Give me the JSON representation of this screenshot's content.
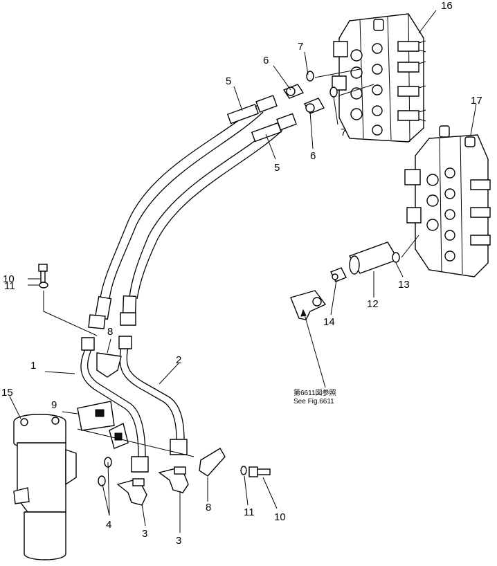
{
  "callouts": {
    "c1": "1",
    "c2": "2",
    "c3a": "3",
    "c3b": "3",
    "c4": "4",
    "c5a": "5",
    "c5b": "5",
    "c6a": "6",
    "c6b": "6",
    "c7a": "7",
    "c7b": "7",
    "c8a": "8",
    "c8b": "8",
    "c9": "9",
    "c10a": "10",
    "c10b": "10",
    "c11a": "11",
    "c11b": "11",
    "c12": "12",
    "c13": "13",
    "c14": "14",
    "c15": "15",
    "c16": "16",
    "c17": "17"
  },
  "reference": {
    "japanese": "第6611図参照",
    "english": "See Fig.6611"
  }
}
